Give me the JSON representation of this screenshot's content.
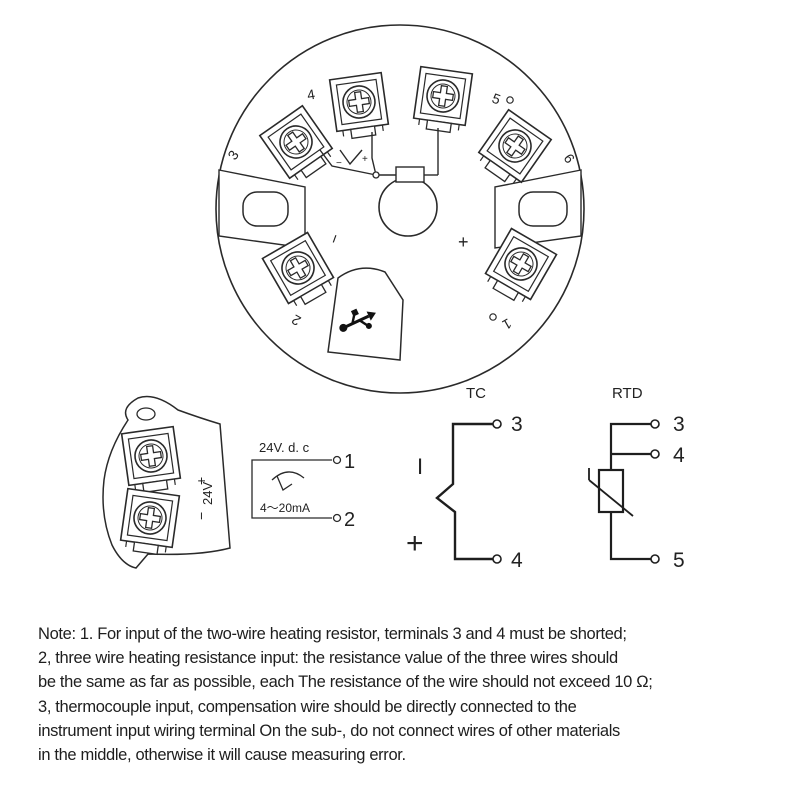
{
  "head_terminals": {
    "t1": "1",
    "t2": "2",
    "t3": "3",
    "t4": "4",
    "t5": "5",
    "t6": "6",
    "plus": "+",
    "minus": "−",
    "inline_minus": "−",
    "inline_plus": "+"
  },
  "power": {
    "voltage_label": "24V",
    "plus": "+",
    "minus": "−",
    "supply_label": "24V. d. c",
    "current_label": "4～20mA",
    "terminal_1": "1",
    "terminal_2": "2"
  },
  "tc": {
    "title": "TC",
    "terminal_top": "3",
    "terminal_bottom": "4",
    "minus_sign": "I",
    "plus_sign": "+"
  },
  "rtd": {
    "title": "RTD",
    "terminal_a": "3",
    "terminal_b": "4",
    "terminal_c": "5"
  },
  "note": {
    "lines": [
      "Note: 1. For input of the two-wire heating resistor, terminals 3 and 4 must be shorted;",
      "2, three wire heating resistance input: the resistance value of the three wires should",
      "be the same as far as possible, each The resistance of the wire should not exceed 10 Ω;",
      "3, thermocouple input, compensation wire should be directly connected to the",
      "instrument input wiring terminal On the sub-, do not connect wires of other materials",
      "in the middle, otherwise it will cause measuring error."
    ]
  },
  "colors": {
    "line": "#2a2a2a",
    "background": "#ffffff"
  }
}
